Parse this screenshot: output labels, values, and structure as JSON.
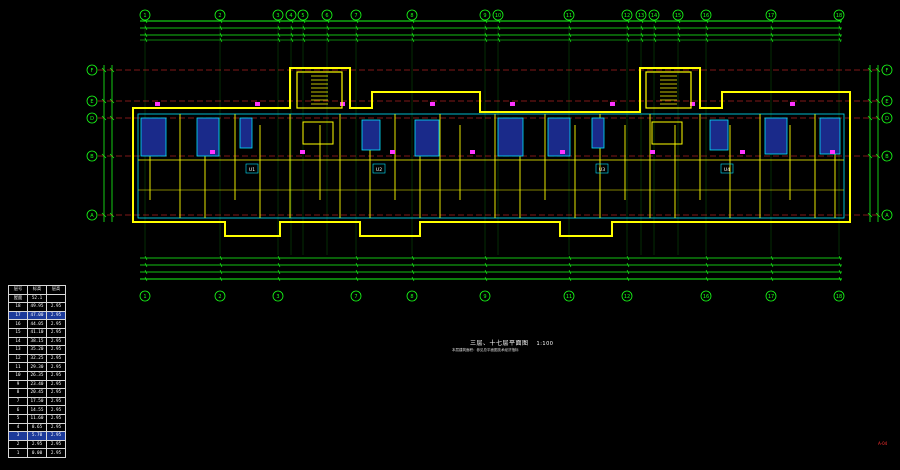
{
  "drawing": {
    "title": "三层、十七层平面图",
    "scale": "1:100",
    "note": "本层建筑面积：参见总平面图技术经济指标",
    "stamp": "A-04",
    "colors": {
      "background": "#000000",
      "axis": "#19ff19",
      "wall": "#ffff00",
      "window": "#00e5ff",
      "dimension": "#19ff19",
      "grid_dash": "#ff3030",
      "magenta": "#ff33ff",
      "room_fill": "#1a2a8a",
      "text": "#ffffff"
    }
  },
  "axes": {
    "top": [
      "1",
      "2",
      "3",
      "4",
      "5",
      "6",
      "7",
      "8",
      "9",
      "10",
      "11",
      "12",
      "13",
      "14",
      "15",
      "16",
      "17",
      "18"
    ],
    "bottom": [
      "1",
      "2",
      "3",
      "7",
      "8",
      "9",
      "11",
      "12",
      "16",
      "17",
      "18"
    ],
    "rows": [
      "F",
      "E",
      "D",
      "B",
      "A"
    ]
  },
  "units": [
    "U1",
    "U2",
    "U3",
    "U4"
  ],
  "level_table": {
    "header": [
      "层号",
      "标高",
      "层高"
    ],
    "rows": [
      [
        "屋面",
        "52.1",
        ""
      ],
      [
        "18",
        "49.95",
        "2.95"
      ],
      [
        "17",
        "47.00",
        "2.95"
      ],
      [
        "16",
        "44.05",
        "2.95"
      ],
      [
        "15",
        "41.10",
        "2.95"
      ],
      [
        "14",
        "38.15",
        "2.95"
      ],
      [
        "13",
        "35.20",
        "2.95"
      ],
      [
        "12",
        "32.25",
        "2.95"
      ],
      [
        "11",
        "29.30",
        "2.95"
      ],
      [
        "10",
        "26.35",
        "2.95"
      ],
      [
        "9",
        "23.40",
        "2.95"
      ],
      [
        "8",
        "20.45",
        "2.95"
      ],
      [
        "7",
        "17.50",
        "2.95"
      ],
      [
        "6",
        "14.55",
        "2.95"
      ],
      [
        "5",
        "11.60",
        "2.95"
      ],
      [
        "4",
        "8.65",
        "2.95"
      ],
      [
        "3",
        "5.70",
        "2.95"
      ],
      [
        "2",
        "2.95",
        "2.95"
      ],
      [
        "1",
        "0.00",
        "2.95"
      ]
    ],
    "highlight_rows": [
      2,
      16
    ]
  }
}
